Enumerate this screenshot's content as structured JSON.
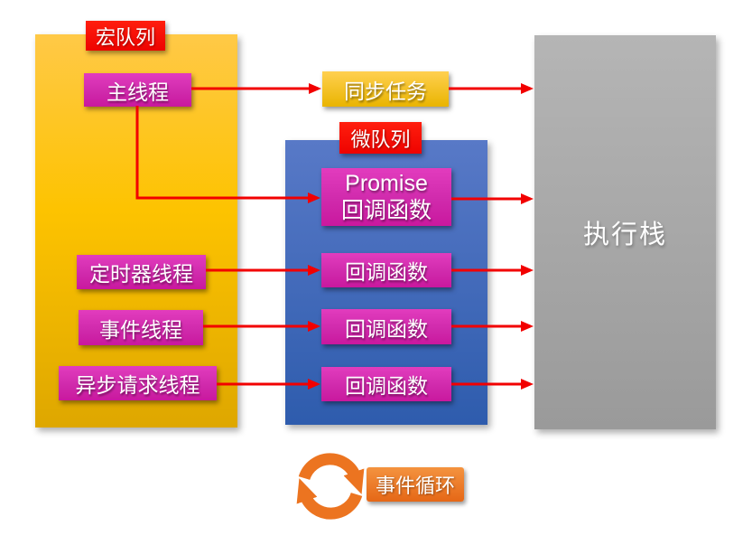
{
  "containers": {
    "macro_queue": {
      "label": "宏队列"
    },
    "micro_queue": {
      "label": "微队列"
    },
    "exec_stack": {
      "label": "执行栈"
    }
  },
  "nodes": {
    "main_thread": "主线程",
    "sync_task": "同步任务",
    "promise_callback": {
      "line1": "Promise",
      "line2": "回调函数"
    },
    "timer_thread": "定时器线程",
    "event_thread": "事件线程",
    "async_request_thread": "异步请求线程",
    "callback_1": "回调函数",
    "callback_2": "回调函数",
    "callback_3": "回调函数"
  },
  "event_loop": {
    "label": "事件循环",
    "icon": "cycle-arrows-icon"
  },
  "edges": [
    {
      "from": "主线程",
      "to": "同步任务"
    },
    {
      "from": "同步任务",
      "to": "执行栈"
    },
    {
      "from": "主线程",
      "to": "Promise 回调函数"
    },
    {
      "from": "Promise 回调函数",
      "to": "执行栈"
    },
    {
      "from": "定时器线程",
      "to": "回调函数"
    },
    {
      "from": "回调函数",
      "to": "执行栈"
    },
    {
      "from": "事件线程",
      "to": "回调函数"
    },
    {
      "from": "回调函数",
      "to": "执行栈"
    },
    {
      "from": "异步请求线程",
      "to": "回调函数"
    },
    {
      "from": "回调函数",
      "to": "执行栈"
    }
  ],
  "colors": {
    "macro_queue_yellow": "#FDC300",
    "micro_queue_blue": "#4472C4",
    "exec_stack_gray": "#A6A6A6",
    "node_magenta": "#D02AAC",
    "label_red": "#F40B00",
    "arrow_red": "#F20000",
    "event_loop_orange": "#EC7420",
    "text_white": "#FFFFFF"
  }
}
